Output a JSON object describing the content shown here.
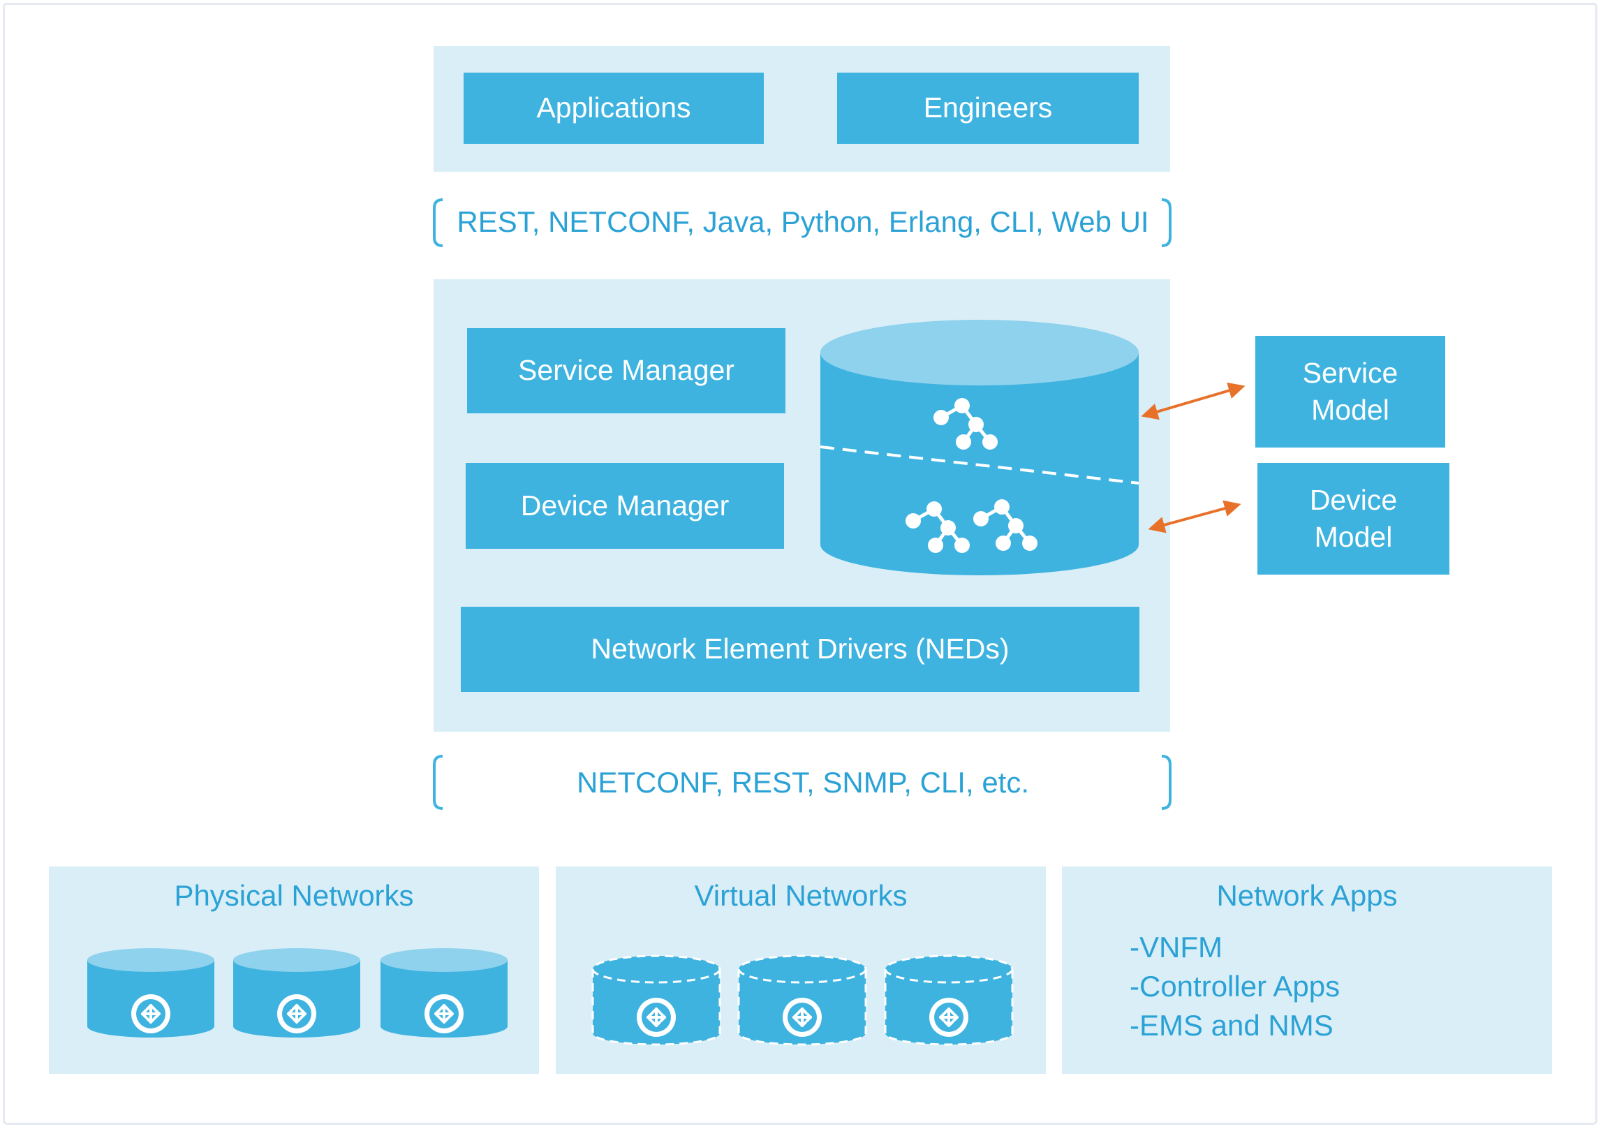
{
  "top": {
    "applications_label": "Applications",
    "engineers_label": "Engineers"
  },
  "north_protocols": "REST, NETCONF, Java, Python, Erlang, CLI, Web UI",
  "core": {
    "service_manager_label": "Service Manager",
    "device_manager_label": "Device Manager",
    "ned_label": "Network Element Drivers (NEDs)"
  },
  "models": {
    "service_model_line1": "Service",
    "service_model_line2": "Model",
    "device_model_line1": "Device",
    "device_model_line2": "Model"
  },
  "south_protocols": "NETCONF, REST, SNMP, CLI, etc.",
  "networks": {
    "physical_title": "Physical Networks",
    "virtual_title": "Virtual Networks",
    "apps_title": "Network Apps",
    "apps_items": [
      "-VNFM",
      "-Controller Apps",
      "-EMS and NMS"
    ]
  },
  "colors": {
    "panel": "#daeef7",
    "box": "#3fb3e0",
    "text_accent": "#2ba2d6",
    "arrow": "#e8712a",
    "cylinder_top": "#8fd2ed"
  },
  "icons": [
    "graph-tree-icon",
    "router-icon"
  ]
}
